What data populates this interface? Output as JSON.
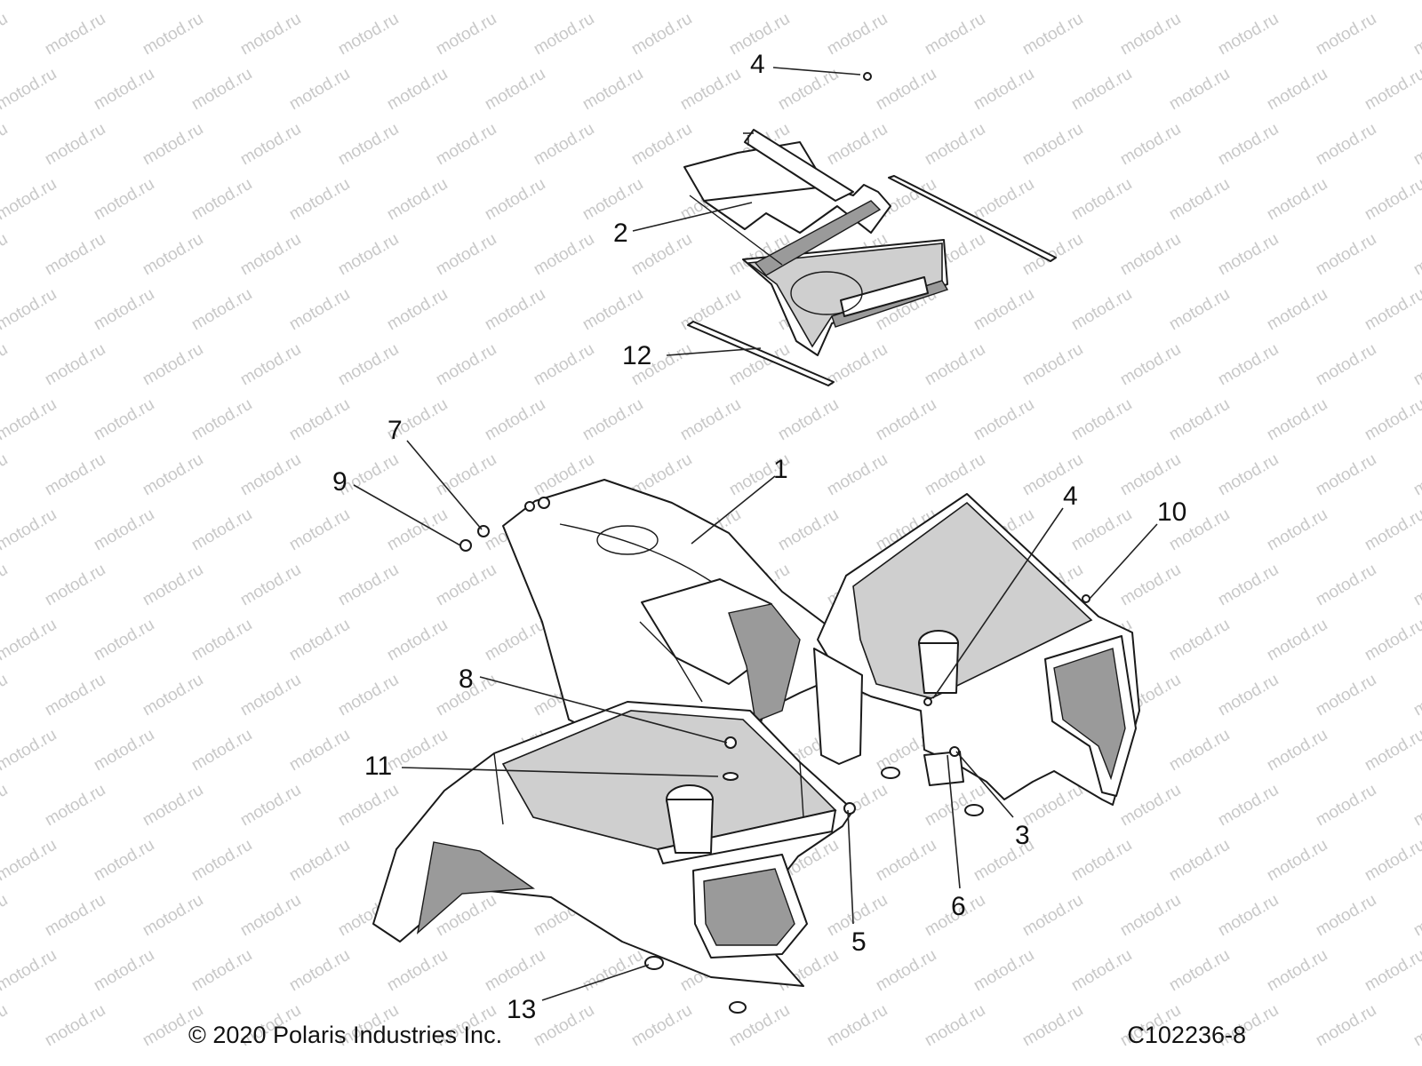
{
  "watermark": "motod.ru",
  "callouts": [
    {
      "id": "c1",
      "label": "1"
    },
    {
      "id": "c2",
      "label": "2"
    },
    {
      "id": "c3",
      "label": "3"
    },
    {
      "id": "c4a",
      "label": "4"
    },
    {
      "id": "c4b",
      "label": "4"
    },
    {
      "id": "c5",
      "label": "5"
    },
    {
      "id": "c6",
      "label": "6"
    },
    {
      "id": "c7",
      "label": "7"
    },
    {
      "id": "c8",
      "label": "8"
    },
    {
      "id": "c9",
      "label": "9"
    },
    {
      "id": "c10",
      "label": "10"
    },
    {
      "id": "c11",
      "label": "11"
    },
    {
      "id": "c12",
      "label": "12"
    },
    {
      "id": "c13",
      "label": "13"
    }
  ],
  "footer": {
    "copyright": "© 2020 Polaris Industries Inc.",
    "drawing_number": "C102236-8"
  }
}
